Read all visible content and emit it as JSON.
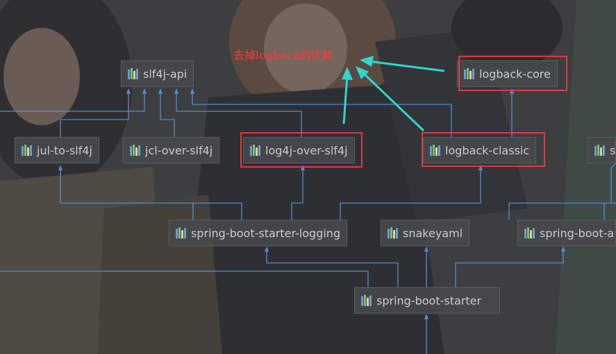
{
  "annotation": {
    "text": "去掉logback的依赖",
    "color": "#ff3b3b"
  },
  "nodes": {
    "slf4j_api": "slf4j-api",
    "logback_core": "logback-core",
    "jul_to_slf4j": "jul-to-slf4j",
    "jcl_over_slf4j": "jcl-over-slf4j",
    "log4j_over_slf4j": "log4j-over-slf4j",
    "logback_classic": "logback-classic",
    "edge_right_top": "s",
    "spring_boot_starter_logging": "spring-boot-starter-logging",
    "snakeyaml": "snakeyaml",
    "spring_boot_right": "spring-boot-a",
    "spring_boot_starter": "spring-boot-starter"
  },
  "icons": {
    "node": "maven-library-icon"
  },
  "colors": {
    "edge": "#4f8fd6",
    "highlight": "#e23b3b",
    "arrow": "#2fd6d0"
  }
}
